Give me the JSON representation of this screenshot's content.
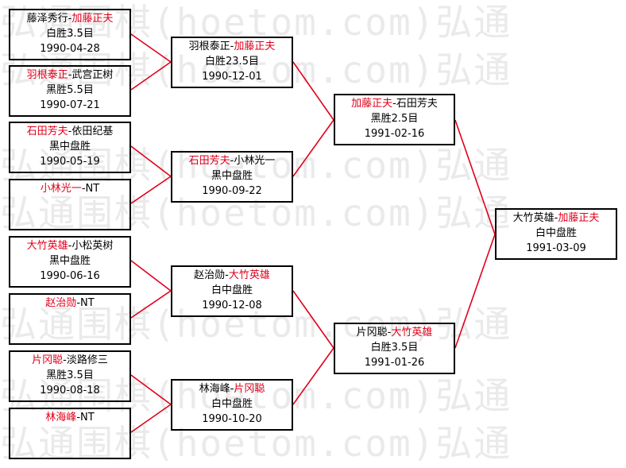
{
  "watermark": "弘通围棋(hoetom.com)弘通",
  "colors": {
    "winner": "#e0001b",
    "line": "#e0001b",
    "border": "#000000"
  },
  "matches": {
    "r1_1": {
      "p1": "藤泽秀行",
      "sep": "-",
      "p2": "加藤正夫",
      "result": "白胜3.5目",
      "date": "1990-04-28"
    },
    "r1_2": {
      "p1": "羽根泰正",
      "sep": "-",
      "p2": "武宫正树",
      "result": "黑胜5.5目",
      "date": "1990-07-21"
    },
    "r1_3": {
      "p1": "石田芳夫",
      "sep": "-",
      "p2": "依田纪基",
      "result": "黑中盘胜",
      "date": "1990-05-19"
    },
    "r1_4": {
      "p1": "小林光一",
      "sep": "-",
      "p2": "NT",
      "result": "",
      "date": ""
    },
    "r1_5": {
      "p1": "大竹英雄",
      "sep": "-",
      "p2": "小松英树",
      "result": "黑中盘胜",
      "date": "1990-06-16"
    },
    "r1_6": {
      "p1": "赵治勋",
      "sep": "-",
      "p2": "NT",
      "result": "",
      "date": ""
    },
    "r1_7": {
      "p1": "片冈聪",
      "sep": "-",
      "p2": "淡路修三",
      "result": "黑胜3.5目",
      "date": "1990-08-18"
    },
    "r1_8": {
      "p1": "林海峰",
      "sep": "-",
      "p2": "NT",
      "result": "",
      "date": ""
    },
    "r2_1": {
      "p1": "羽根泰正",
      "sep": "-",
      "p2": "加藤正夫",
      "result": "白胜23.5目",
      "date": "1990-12-01"
    },
    "r2_2": {
      "p1": "石田芳夫",
      "sep": "-",
      "p2": "小林光一",
      "result": "黑中盘胜",
      "date": "1990-09-22"
    },
    "r2_3": {
      "p1": "赵治勋",
      "sep": "-",
      "p2": "大竹英雄",
      "result": "白中盘胜",
      "date": "1990-12-08"
    },
    "r2_4": {
      "p1": "林海峰",
      "sep": "-",
      "p2": "片冈聪",
      "result": "白中盘胜",
      "date": "1990-10-20"
    },
    "r3_1": {
      "p1": "加藤正夫",
      "sep": "-",
      "p2": "石田芳夫",
      "result": "黑胜2.5目",
      "date": "1991-02-16"
    },
    "r3_2": {
      "p1": "片冈聪",
      "sep": "-",
      "p2": "大竹英雄",
      "result": "白胜3.5目",
      "date": "1991-01-26"
    },
    "final": {
      "p1": "大竹英雄",
      "sep": "-",
      "p2": "加藤正夫",
      "result": "白中盘胜",
      "date": "1991-03-09"
    }
  }
}
